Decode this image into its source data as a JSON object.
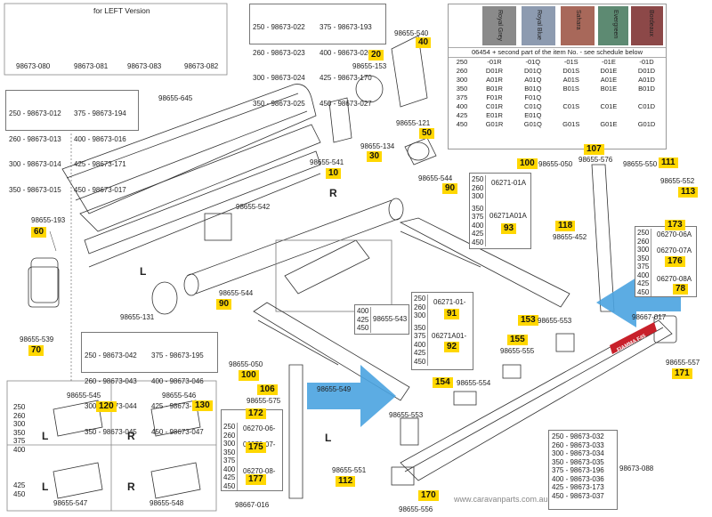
{
  "header": {
    "left_version": "for LEFT Version"
  },
  "parts_top": [
    "98673-080",
    "98673-081",
    "98673-083",
    "98673-082",
    "98655-645"
  ],
  "box_top_mid": {
    "rows": [
      "250 - 98673-022",
      "260 - 98673-023",
      "300 - 98673-024",
      "350 - 98673-025"
    ],
    "rows2": [
      "375 - 98673-193",
      "400 - 98673-026",
      "425 - 98673-170",
      "450 - 98673-027"
    ]
  },
  "box_left_top": {
    "rows": [
      "250 - 98673-012",
      "260 - 98673-013",
      "300 - 98673-014",
      "350 - 98673-015"
    ],
    "rows2": [
      "375 - 98673-194",
      "400 - 98673-016",
      "425 - 98673-171",
      "450 - 98673-017"
    ]
  },
  "box_mid_bottom": {
    "rows": [
      "250 - 98673-042",
      "260 - 98673-043",
      "300 - 98673-044",
      "350 - 98673-045"
    ],
    "rows2": [
      "375 - 98673-195",
      "400 - 98673-046",
      "425 - 98673-172",
      "450 - 98673-047"
    ]
  },
  "box_right_bottom": {
    "rows": [
      "250 - 98673-032",
      "260 - 98673-033",
      "300 - 98673-034",
      "350 - 98673-035",
      "375 - 98673-196",
      "400 - 98673-036",
      "425 - 98673-173",
      "450 - 98673-037"
    ]
  },
  "swatch": {
    "colors": [
      {
        "name": "Royal Grey",
        "hex": "#8a8a8a"
      },
      {
        "name": "Royal Blue",
        "hex": "#8d9bb0"
      },
      {
        "name": "Sahara",
        "hex": "#a8685a"
      },
      {
        "name": "Evergreen",
        "hex": "#5d8a72"
      },
      {
        "name": "Bordeaux",
        "hex": "#8c4848"
      }
    ],
    "header": "06454 + second part of the item No. - see schedule below",
    "rows": [
      [
        "250",
        "-01R",
        "-01Q",
        "-01S",
        "-01E",
        "-01D"
      ],
      [
        "260",
        "D01R",
        "D01Q",
        "D01S",
        "D01E",
        "D01D"
      ],
      [
        "300",
        "A01R",
        "A01Q",
        "A01S",
        "A01E",
        "A01D"
      ],
      [
        "350",
        "B01R",
        "B01Q",
        "B01S",
        "B01E",
        "B01D"
      ],
      [
        "375",
        "F01R",
        "F01Q",
        "",
        "",
        ""
      ],
      [
        "400",
        "C01R",
        "C01Q",
        "C01S",
        "C01E",
        "C01D"
      ],
      [
        "425",
        "E01R",
        "E01Q",
        "",
        "",
        ""
      ],
      [
        "450",
        "G01R",
        "G01Q",
        "G01S",
        "G01E",
        "G01D"
      ]
    ]
  },
  "labels": {
    "p153": "98655-153",
    "p540": "98655-540",
    "p121": "98655-121",
    "p134": "98655-134",
    "p541": "98655-541",
    "p193": "98655-193",
    "p542": "98655-542",
    "p539": "98655-539",
    "p131": "98655-131",
    "p544a": "98655-544",
    "p544b": "98655-544",
    "p050a": "98655-050",
    "p050b": "98655-050",
    "p576": "98655-576",
    "p550": "98655-550",
    "p552": "98655-552",
    "p452": "98655-452",
    "p543": "98655-543",
    "p553a": "98655-553",
    "p553b": "98655-553",
    "p555": "98655-555",
    "p554": "98655-554",
    "p549": "98655-549",
    "p575": "98655-575",
    "p551": "98655-551",
    "p545": "98655-545",
    "p546": "98655-546",
    "p547": "98655-547",
    "p548": "98655-548",
    "p556": "98655-556",
    "p016": "98667-016",
    "p017": "98667-017",
    "p557": "98655-557",
    "p088": "98673-088"
  },
  "badges": {
    "b20": "20",
    "b40": "40",
    "b30": "30",
    "b50": "50",
    "b10": "10",
    "b60": "60",
    "b70": "70",
    "b90a": "90",
    "b90b": "90",
    "b100a": "100",
    "b100b": "100",
    "b106": "106",
    "b107": "107",
    "b111": "111",
    "b113": "113",
    "b118": "118",
    "b93": "93",
    "b91": "91",
    "b92": "92",
    "b173": "173",
    "b176": "176",
    "b178": "78",
    "b153": "153",
    "b155": "155",
    "b154": "154",
    "b171": "171",
    "b172": "172",
    "b175": "175",
    "b177": "177",
    "b112": "112",
    "b170": "170",
    "b120": "120",
    "b130": "130"
  },
  "box_arm_right": {
    "rows": [
      "250",
      "260",
      "300"
    ],
    "code": "06271-01A"
  },
  "box_arm_right2": {
    "rows": [
      "350",
      "375",
      "400",
      "425",
      "450"
    ],
    "code": "06271A01A"
  },
  "box_arm_left": {
    "rows": [
      "250",
      "260",
      "300"
    ],
    "code": "06271-01-"
  },
  "box_arm_left2": {
    "rows": [
      "350",
      "375",
      "400",
      "425",
      "450"
    ],
    "code": "06271A01-"
  },
  "box_543": {
    "rows": [
      "400",
      "425",
      "450"
    ]
  },
  "box_right_arm": {
    "rows": [
      "250",
      "260",
      "300",
      "350",
      "375",
      "400",
      "425",
      "450"
    ],
    "code1": "06270-06A",
    "code2": "06270-07A",
    "code3": "06270-08A"
  },
  "box_left_arm": {
    "rows": [
      "250",
      "260",
      "300",
      "350",
      "375",
      "400",
      "425",
      "450"
    ],
    "code1": "06270-06-",
    "code2": "06270-07-",
    "code3": "06270-08-"
  },
  "box_motors_left": {
    "rows": [
      "250",
      "260",
      "300",
      "350",
      "375",
      "400"
    ]
  },
  "box_motors_left2": {
    "rows": [
      "425",
      "450"
    ]
  },
  "side_labels": {
    "L": "L",
    "R": "R"
  },
  "watermark": "www.caravanparts.com.au",
  "brand": "FIAMMA F45"
}
